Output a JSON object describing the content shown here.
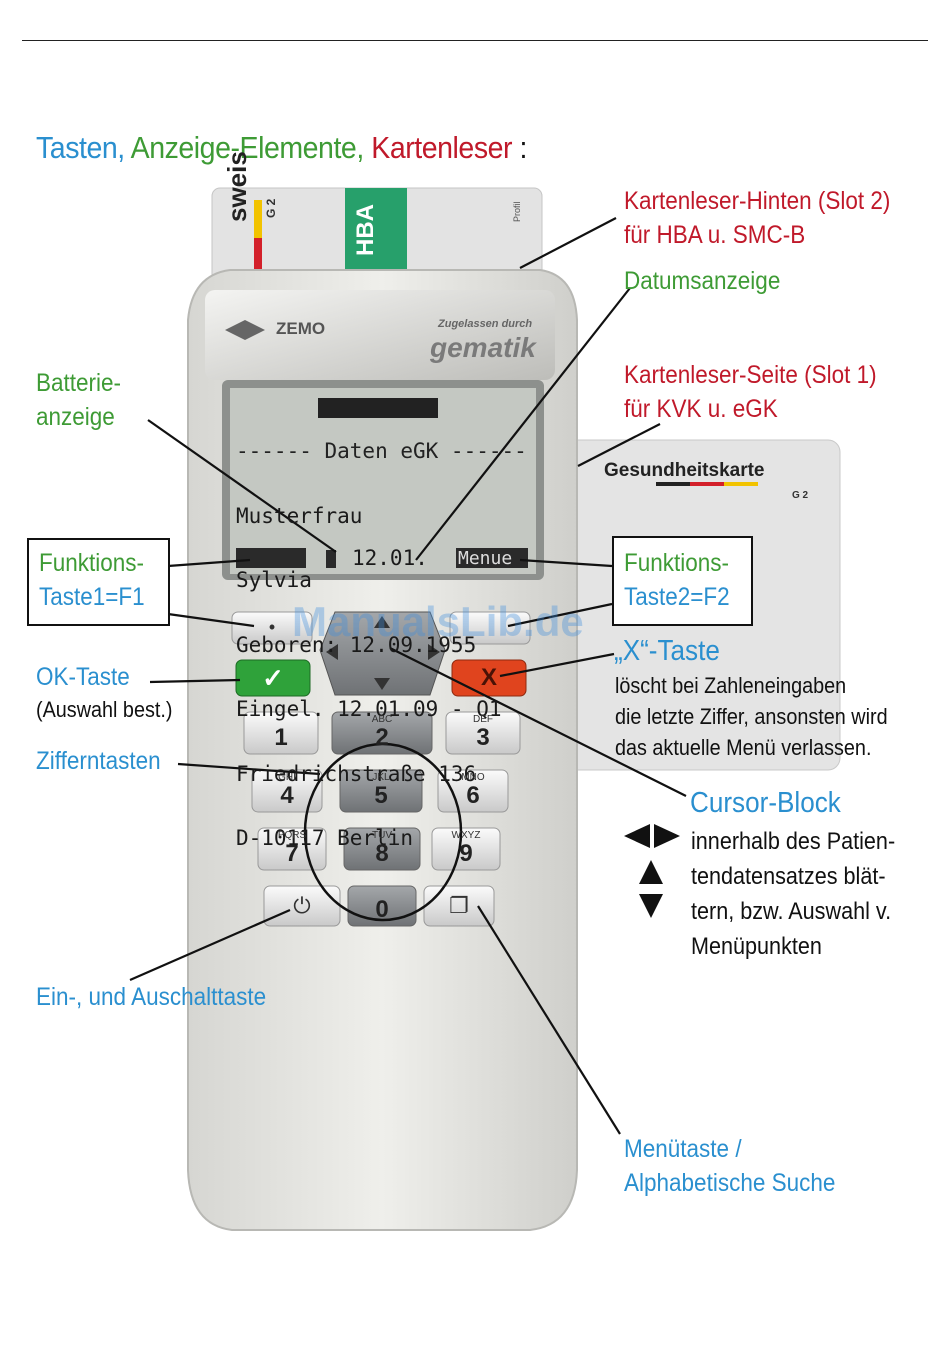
{
  "title": {
    "part1": "Tasten,",
    "part2": "Anzeige-Elemente,",
    "part3": "Kartenleser",
    "sep": ":",
    "colors": {
      "part1": "#2a8fcf",
      "part2": "#3e9b35",
      "part3": "#c0192a"
    }
  },
  "device": {
    "brand": "ZEMO",
    "approval": "Zugelassen durch",
    "approval_brand": "gematik",
    "rear_card_text1": "sweis",
    "rear_card_text2": "G 2",
    "rear_card_hba": "HBA",
    "rear_card_profil": "Profil",
    "side_card_title": "Gesundheitskarte",
    "side_card_g2": "G 2",
    "lcd_lines": [
      "------ Daten eGK ------",
      "Musterfrau",
      "Sylvia",
      "Geboren: 12.09.1955",
      "Eingel. 12.01.09 - Q1",
      "Friedrichstraße 136",
      "D-10117 Berlin"
    ],
    "lcd_status_date": "12.01.",
    "lcd_menu": "Menue",
    "keys": [
      {
        "num": "1",
        "letters": ""
      },
      {
        "num": "2",
        "letters": "ABC"
      },
      {
        "num": "3",
        "letters": "DEF"
      },
      {
        "num": "4",
        "letters": "GHI"
      },
      {
        "num": "5",
        "letters": "JKL"
      },
      {
        "num": "6",
        "letters": "MNO"
      },
      {
        "num": "7",
        "letters": "PQRS"
      },
      {
        "num": "8",
        "letters": "TUV"
      },
      {
        "num": "9",
        "letters": "WXYZ"
      },
      {
        "num": "0",
        "letters": ""
      }
    ],
    "ok_symbol": "✓",
    "x_symbol": "X",
    "f1_symbol": "•",
    "power_symbol": "⏻",
    "menu_symbol": "❐",
    "colors": {
      "ok": "#2fa23a",
      "x": "#e0441e",
      "body": "#e6e6e2"
    }
  },
  "labels": {
    "slot2_line1": "Kartenleser-Hinten (Slot 2)",
    "slot2_line2": "für HBA u. SMC-B",
    "datum": "Datumsanzeige",
    "slot1_line1": "Kartenleser-Seite (Slot 1)",
    "slot1_line2": "für KVK u. eGK",
    "batterie_line1": "Batterie-",
    "batterie_line2": "anzeige",
    "f1_line1": "Funktions-",
    "f1_line2": "Taste1=F1",
    "f2_line1": "Funktions-",
    "f2_line2": "Taste2=F2",
    "x_title": "„X“-Taste",
    "x_desc1": "löscht bei Zahleneingaben",
    "x_desc2": "die letzte Ziffer, ansonsten wird",
    "x_desc3": "das aktuelle Menü verlassen.",
    "ok_title": "OK-Taste",
    "ok_desc": "(Auswahl best.)",
    "ziffern": "Zifferntasten",
    "cursor_title": "Cursor-Block",
    "cursor_desc1": "innerhalb des Patien-",
    "cursor_desc2": "tendatensatzes blät-",
    "cursor_desc3": "tern, bzw. Auswahl v.",
    "cursor_desc4": "Menüpunkten",
    "power": "Ein-, und Auschalttaste",
    "menu_line1": "Menütaste /",
    "menu_line2": "Alphabetische Suche"
  },
  "watermark": "ManualsLib.de"
}
